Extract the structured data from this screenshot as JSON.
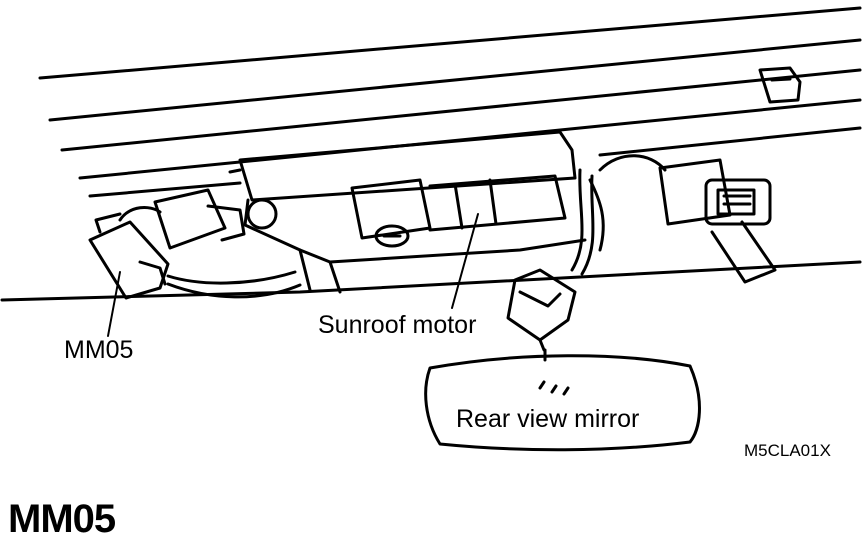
{
  "diagram": {
    "labels": {
      "connector": "MM05",
      "motor": "Sunroof motor",
      "mirror": "Rear view mirror"
    },
    "figure_code": "M5CLA01X"
  },
  "heading": "MM05",
  "colors": {
    "ink": "#000000",
    "paper": "#ffffff"
  }
}
